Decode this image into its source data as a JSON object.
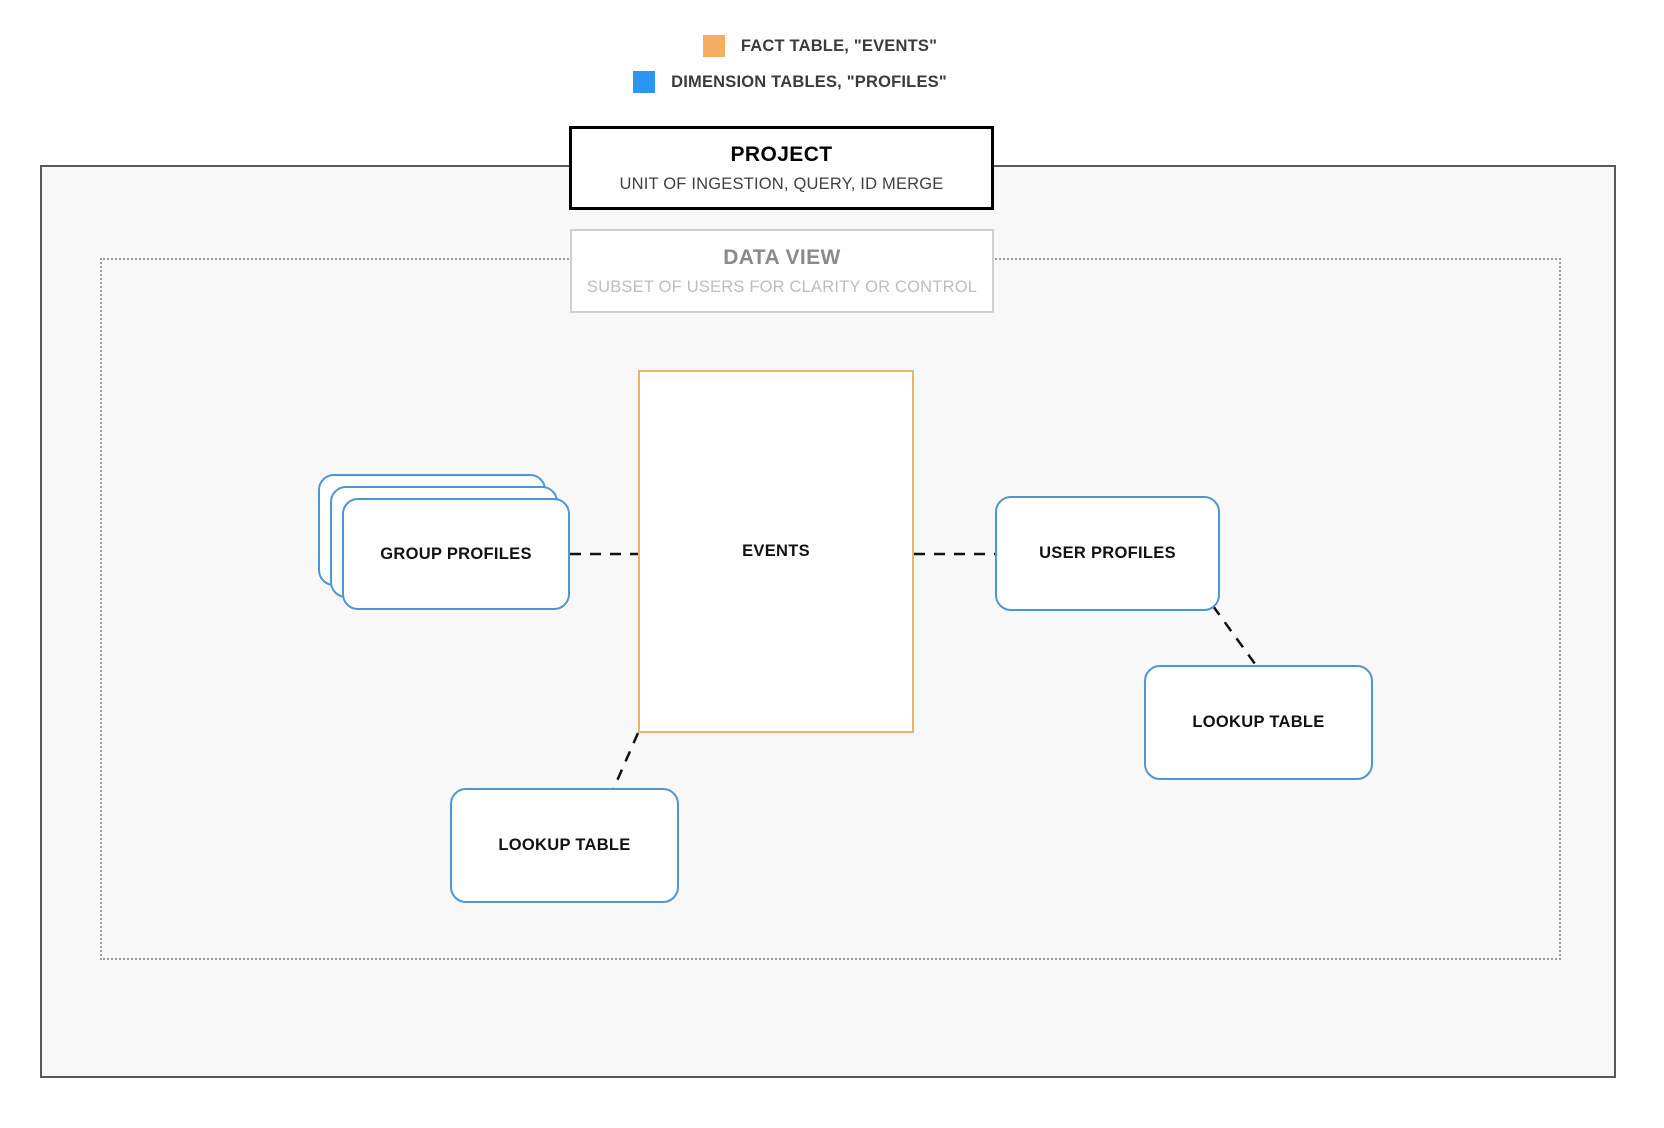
{
  "legend": {
    "items": [
      {
        "icon": "orange-square-swatch",
        "color": "#f4ae62",
        "label": "FACT TABLE, \"EVENTS\""
      },
      {
        "icon": "blue-square-swatch",
        "color": "#2b96f0",
        "label": "DIMENSION TABLES, \"PROFILES\""
      }
    ]
  },
  "project": {
    "title": "PROJECT",
    "subtitle": "UNIT OF INGESTION, QUERY, ID MERGE"
  },
  "data_view": {
    "title": "DATA VIEW",
    "subtitle": "SUBSET OF USERS FOR CLARITY OR CONTROL"
  },
  "nodes": {
    "events": "EVENTS",
    "group_profiles": "GROUP PROFILES",
    "user_profiles": "USER PROFILES",
    "lookup_table_left": "LOOKUP TABLE",
    "lookup_table_right": "LOOKUP TABLE"
  },
  "colors": {
    "fact_table": "#e8b56b",
    "dimension_table": "#4f97d0",
    "legend_fact": "#f4ae62",
    "legend_dimension": "#2b96f0",
    "project_border": "#000000",
    "data_view_border": "#cfcfcf",
    "container_border": "#58595b",
    "connector": "#111111"
  }
}
